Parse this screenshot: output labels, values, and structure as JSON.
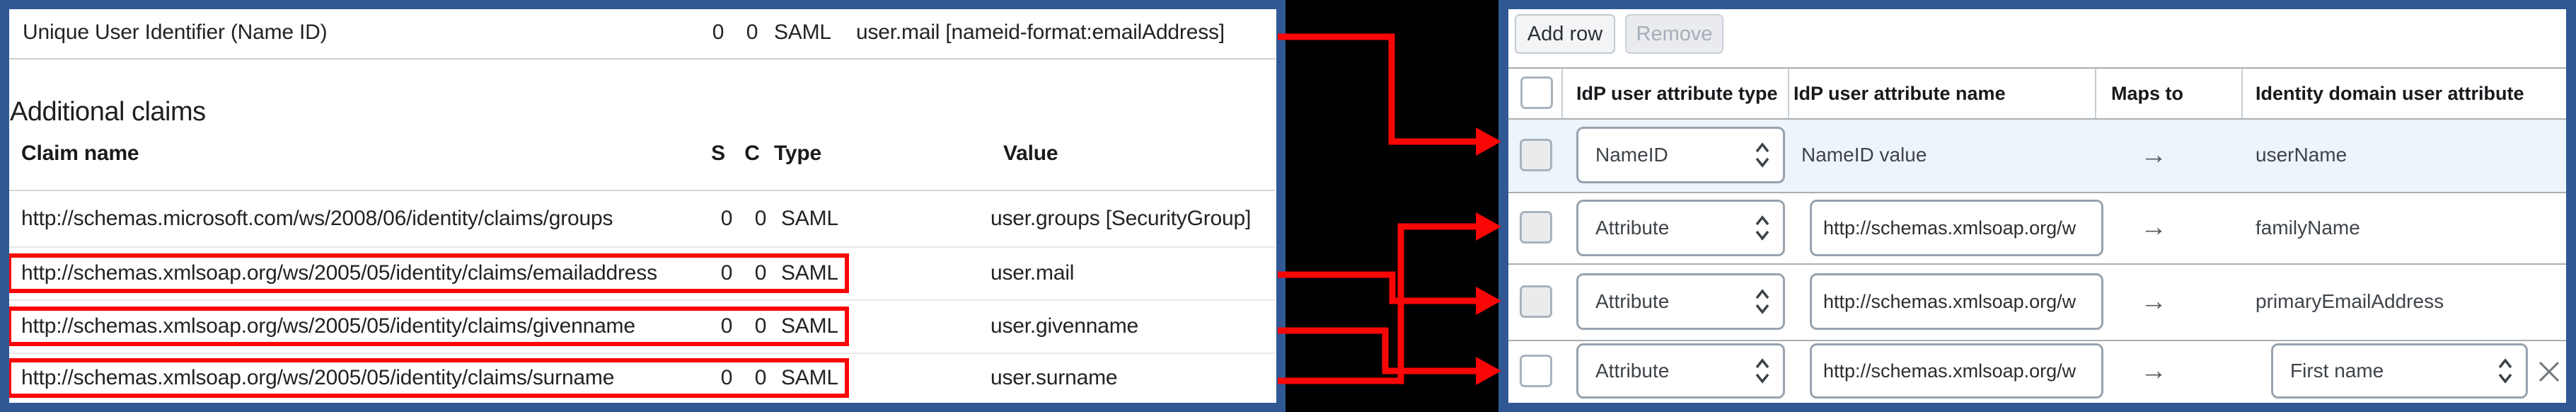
{
  "colors": {
    "frame_blue": "#315894",
    "annotation_red": "#f90606",
    "row_highlight_blue": "#edf4fa",
    "gap_black": "#000000"
  },
  "left_panel": {
    "top_row": {
      "claim": "Unique User Identifier (Name ID)",
      "s": "0",
      "c": "0",
      "type": "SAML",
      "value": "user.mail [nameid-format:emailAddress]"
    },
    "section_title": "Additional claims",
    "header": {
      "claim": "Claim name",
      "s": "S",
      "c": "C",
      "type": "Type",
      "value": "Value"
    },
    "rows": [
      {
        "claim": "http://schemas.microsoft.com/ws/2008/06/identity/claims/groups",
        "s": "0",
        "c": "0",
        "type": "SAML",
        "value": "user.groups [SecurityGroup]"
      },
      {
        "claim": "http://schemas.xmlsoap.org/ws/2005/05/identity/claims/emailaddress",
        "s": "0",
        "c": "0",
        "type": "SAML",
        "value": "user.mail"
      },
      {
        "claim": "http://schemas.xmlsoap.org/ws/2005/05/identity/claims/givenname",
        "s": "0",
        "c": "0",
        "type": "SAML",
        "value": "user.givenname"
      },
      {
        "claim": "http://schemas.xmlsoap.org/ws/2005/05/identity/claims/surname",
        "s": "0",
        "c": "0",
        "type": "SAML",
        "value": "user.surname"
      }
    ]
  },
  "right_panel": {
    "toolbar": {
      "add_row": "Add row",
      "remove": "Remove"
    },
    "header": {
      "type": "IdP user attribute type",
      "name": "IdP user attribute name",
      "maps_to": "Maps to",
      "target": "Identity domain user attribute"
    },
    "maps_to_glyph": "→",
    "icons": {
      "close": "x-cross",
      "select_spinner": "up-down-chevrons"
    },
    "rows": [
      {
        "type": "NameID",
        "name": "NameID value",
        "target": "userName"
      },
      {
        "type": "Attribute",
        "name": "http://schemas.xmlsoap.org/w",
        "target": "familyName"
      },
      {
        "type": "Attribute",
        "name": "http://schemas.xmlsoap.org/w",
        "target": "primaryEmailAddress"
      },
      {
        "type": "Attribute",
        "name": "http://schemas.xmlsoap.org/w",
        "target": "First name"
      }
    ]
  },
  "connectors": [
    {
      "from": "Unique User Identifier (Name ID)",
      "to": "userName"
    },
    {
      "from": "surname claim",
      "to": "familyName"
    },
    {
      "from": "emailaddress claim",
      "to": "primaryEmailAddress"
    },
    {
      "from": "givenname claim",
      "to": "First name"
    }
  ]
}
